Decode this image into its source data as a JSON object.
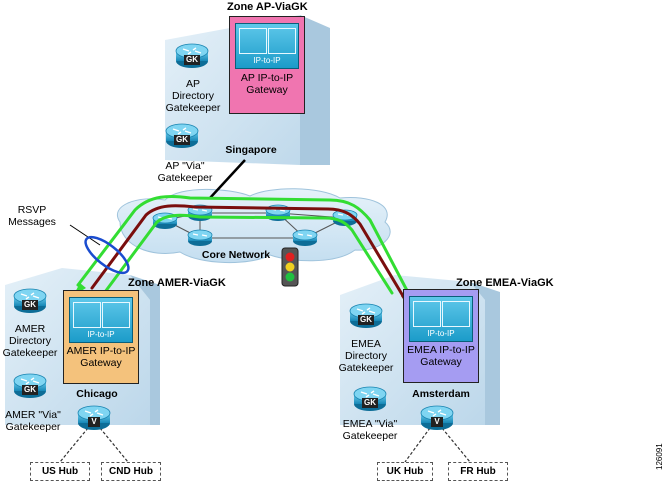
{
  "zones": {
    "ap": {
      "zone_title": "Zone AP-ViaGK",
      "site": "Singapore",
      "directory_gk": "AP\nDirectory\nGatekeeper",
      "via_gk": "AP \"Via\"\nGatekeeper",
      "gateway": "AP\nIP-to-IP\nGateway"
    },
    "amer": {
      "zone_title": "Zone AMER-ViaGK",
      "site": "Chicago",
      "directory_gk": "AMER\nDirectory\nGatekeeper",
      "via_gk": "AMER \"Via\"\nGatekeeper",
      "gateway": "AMER\nIP-to-IP\nGateway"
    },
    "emea": {
      "zone_title": "Zone EMEA-ViaGK",
      "site": "Amsterdam",
      "directory_gk": "EMEA\nDirectory\nGatekeeper",
      "via_gk": "EMEA \"Via\"\nGatekeeper",
      "gateway": "EMEA\nIP-to-IP\nGateway"
    }
  },
  "core_network": "Core Network",
  "rsvp_label": "RSVP\nMessages",
  "gk_badge": "GK",
  "v_badge": "V",
  "ip_to_ip_badge": "IP-to-IP",
  "hubs": [
    "US Hub",
    "CND Hub",
    "UK Hub",
    "FR Hub"
  ],
  "figure_id": "126091",
  "colors": {
    "ap_gateway_box": "#f075b0",
    "amer_gateway_box": "#f4c27c",
    "emea_gateway_box": "#a59cf2",
    "building": "#cfe4f1",
    "router": "#2a9fcf",
    "path_green": "#33dd33",
    "path_darkred": "#7a0e0e",
    "rsvp_ring": "#1a4ccf"
  }
}
